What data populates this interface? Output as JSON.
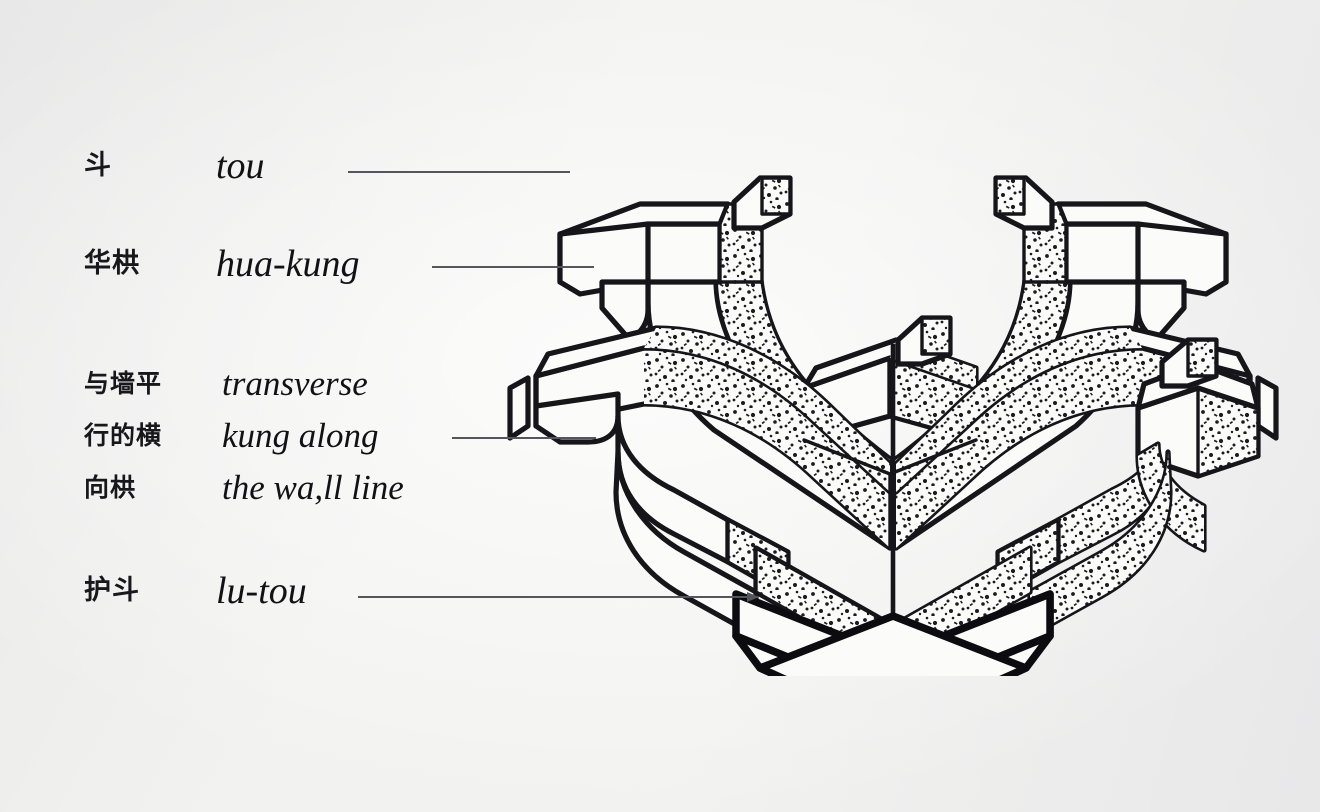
{
  "figure": {
    "subject": "dougong-bracket-set-isometric-line-drawing",
    "background_color": "#f2f2f0",
    "ink_color": "#15151a",
    "leader_color": "#55555e"
  },
  "legend": {
    "items": [
      {
        "id": "tou",
        "chinese": "斗",
        "romanization": "tou",
        "leader": "leader-line-to-tou-block"
      },
      {
        "id": "hua-kung",
        "chinese": "华栱",
        "romanization": "hua-kung",
        "leader": "leader-line-to-hua-kung-arm"
      },
      {
        "id": "transverse-kung",
        "chinese_lines": [
          "与墙平",
          "行的横",
          "向栱"
        ],
        "romanization_lines": [
          "transverse",
          "kung along",
          "the wa,ll line"
        ],
        "leader": "leader-line-to-transverse-kung"
      },
      {
        "id": "lu-tou",
        "chinese": "护斗",
        "romanization": "lu-tou",
        "leader": "arrow-leader-line-to-lu-tou-base-block"
      }
    ]
  }
}
